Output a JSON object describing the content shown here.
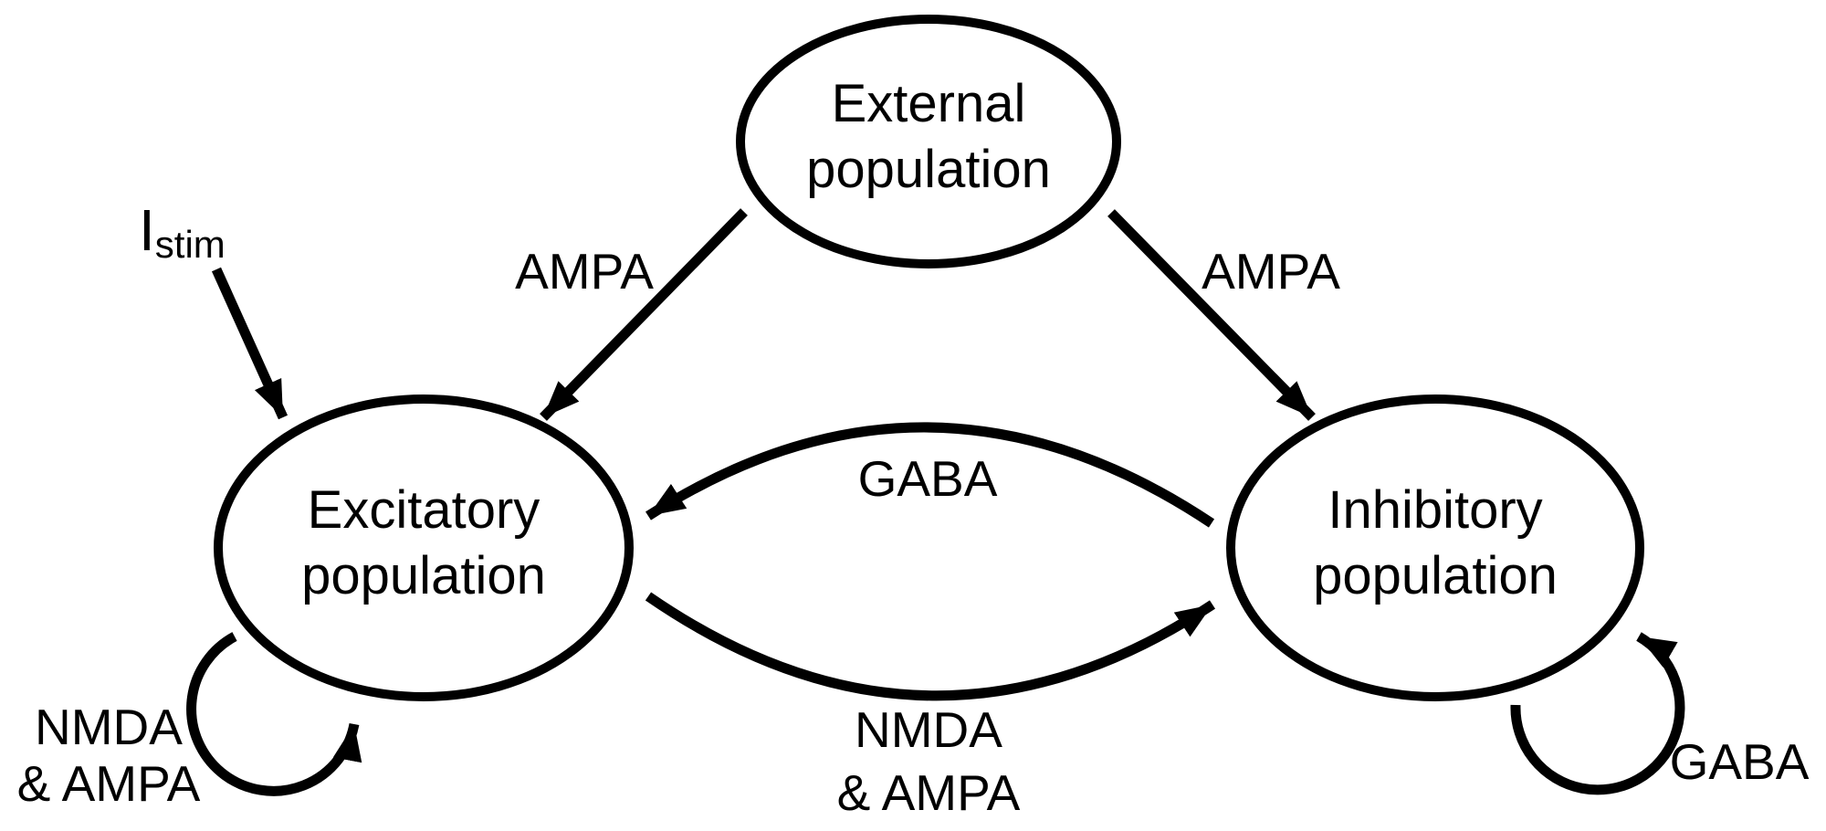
{
  "colors": {
    "background": "#ffffff",
    "ink": "#000000"
  },
  "nodes": {
    "external": {
      "line1": "External",
      "line2": "population"
    },
    "excitatory": {
      "line1": "Excitatory",
      "line2": "population"
    },
    "inhibitory": {
      "line1": "Inhibitory",
      "line2": "population"
    }
  },
  "edges": {
    "stim_input": {
      "symbol": "I",
      "subscript": "stim"
    },
    "external_to_excitatory": {
      "label": "AMPA"
    },
    "external_to_inhibitory": {
      "label": "AMPA"
    },
    "inhibitory_to_excitatory": {
      "label": "GABA"
    },
    "excitatory_to_inhibitory": {
      "label_line1": "NMDA",
      "label_line2": "& AMPA"
    },
    "excitatory_self": {
      "label_line1": "NMDA",
      "label_line2": "& AMPA"
    },
    "inhibitory_self": {
      "label": "GABA"
    }
  }
}
